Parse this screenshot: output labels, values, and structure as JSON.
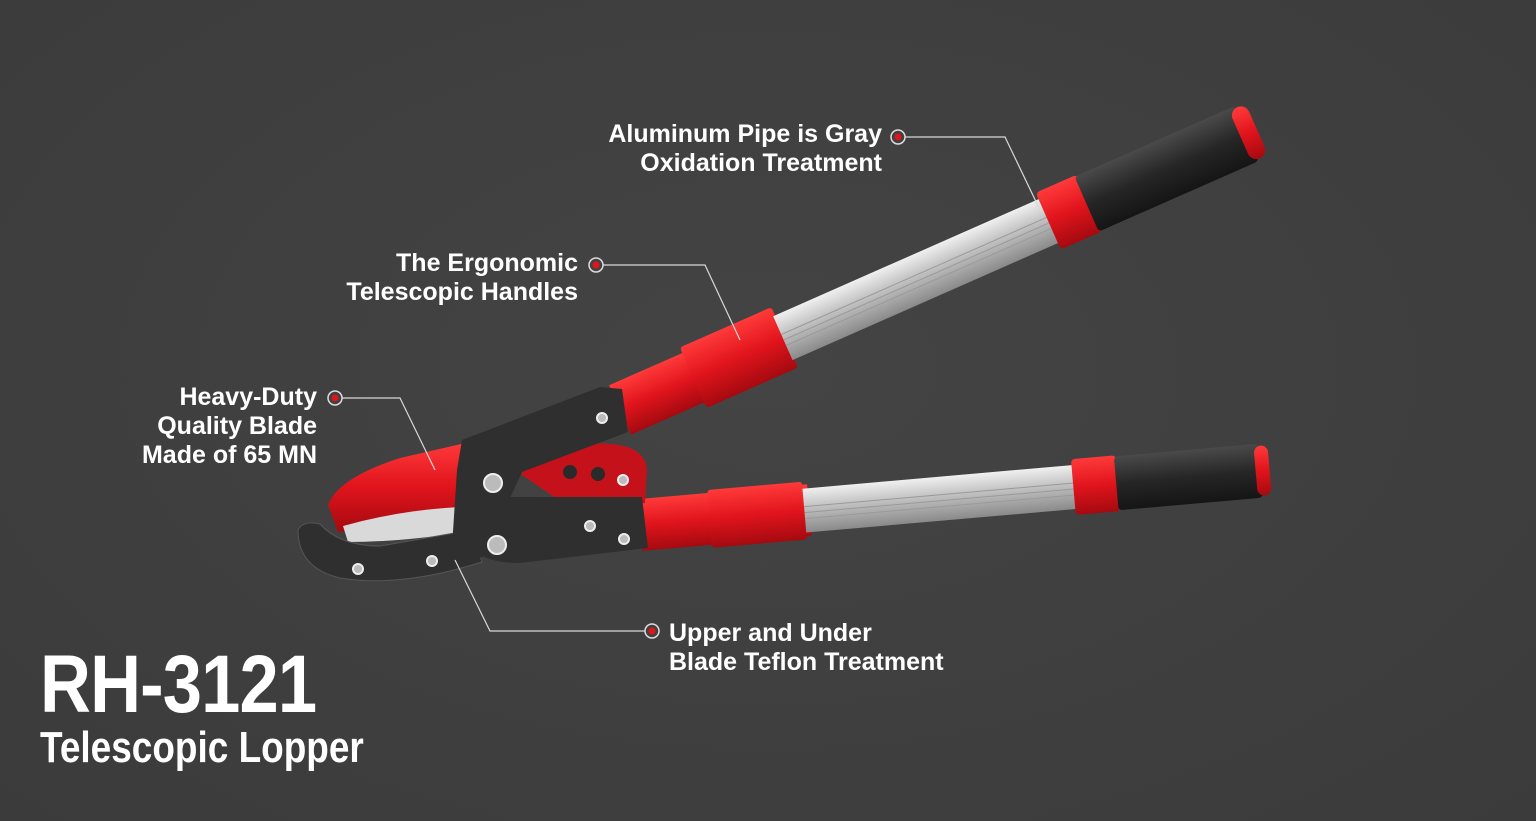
{
  "product": {
    "model": "RH-3121",
    "name": "Telescopic Lopper"
  },
  "callouts": [
    {
      "id": "aluminum-pipe",
      "lines": [
        "Aluminum Pipe is Gray",
        "Oxidation Treatment"
      ]
    },
    {
      "id": "telescopic-handles",
      "lines": [
        "The Ergonomic",
        "Telescopic Handles"
      ]
    },
    {
      "id": "blade",
      "lines": [
        "Heavy-Duty",
        "Quality Blade",
        "Made of 65 MN"
      ]
    },
    {
      "id": "teflon",
      "lines": [
        "Upper and Under",
        "Blade Teflon Treatment"
      ]
    }
  ],
  "colors": {
    "background": "#3f3f3f",
    "accent_red": "#e0141c",
    "handle_black": "#2a2a2a",
    "aluminum": "#c9c9c9"
  }
}
